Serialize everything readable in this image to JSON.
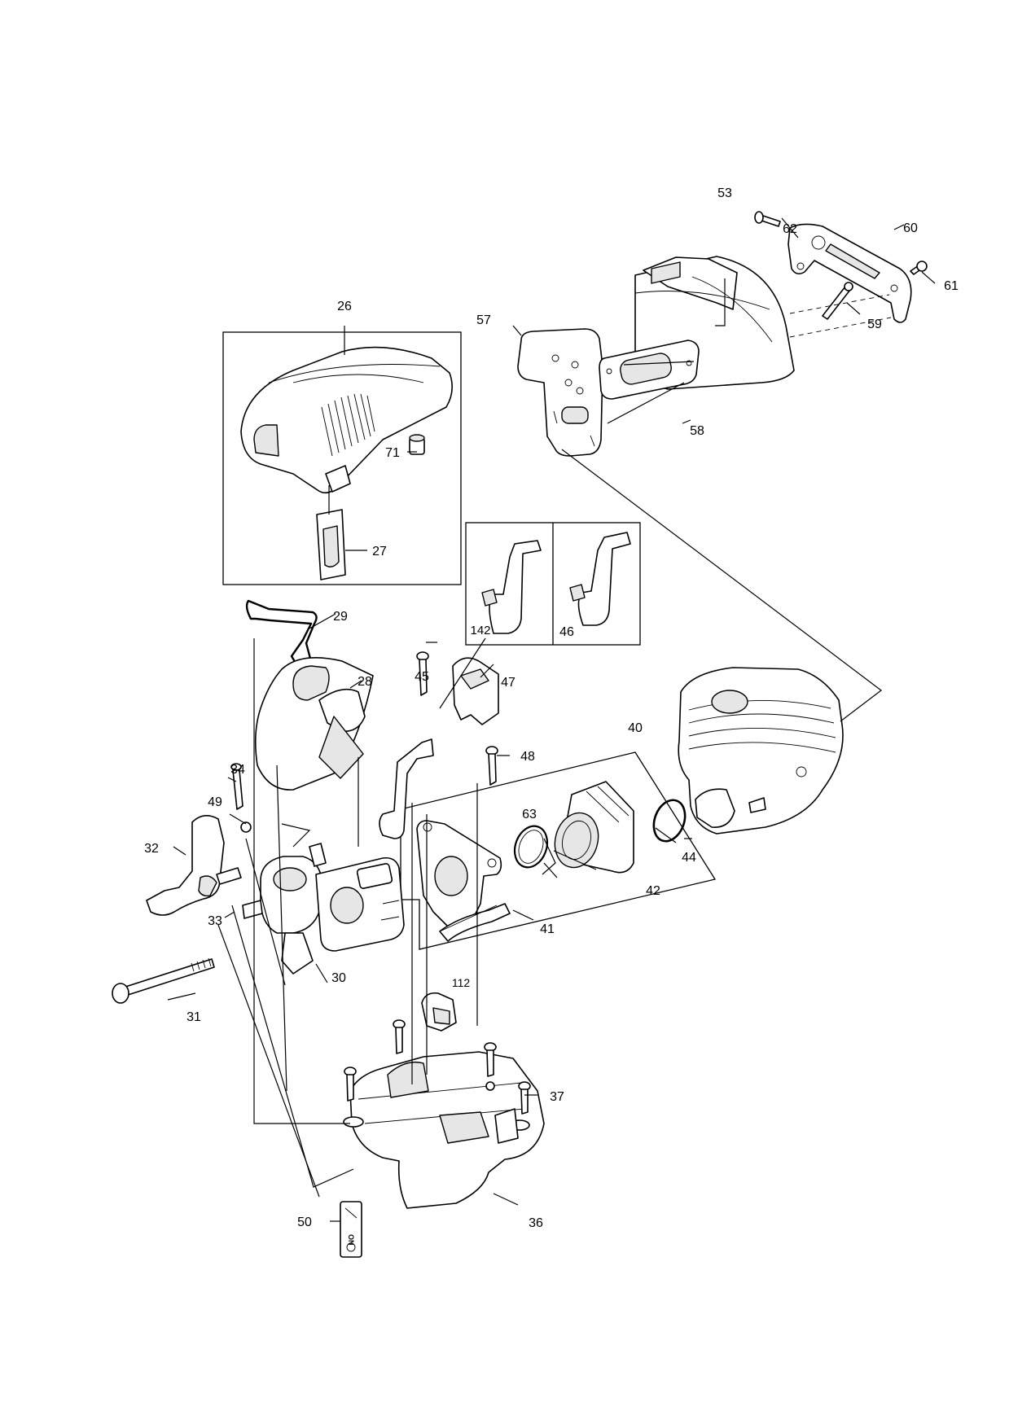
{
  "labels": {
    "p26": "26",
    "p27": "27",
    "p28": "28",
    "p29": "29",
    "p30": "30",
    "p31": "31",
    "p32": "32",
    "p33": "33",
    "p34": "34",
    "p36": "36",
    "p37": "37",
    "p40": "40",
    "p41": "41",
    "p42": "42",
    "p44": "44",
    "p45": "45",
    "p46": "46",
    "p47": "47",
    "p48": "48",
    "p49": "49",
    "p50": "50",
    "p53": "53",
    "p57": "57",
    "p58": "58",
    "p59": "59",
    "p60": "60",
    "p61": "61",
    "p62": "62",
    "p63": "63",
    "p71": "71",
    "p112": "112",
    "p142": "142"
  },
  "sticker": {
    "on": "ON"
  }
}
